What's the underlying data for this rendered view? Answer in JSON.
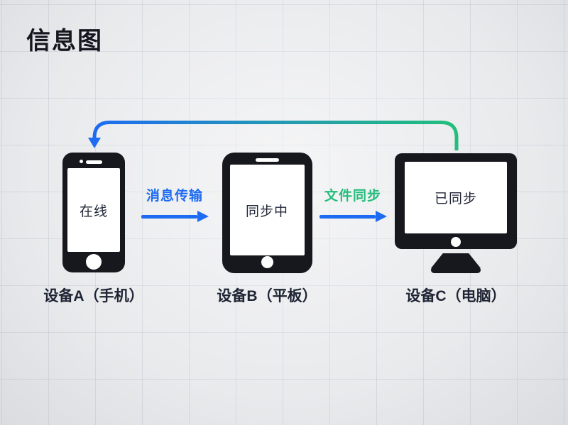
{
  "title": "信息图",
  "palette": {
    "accent_blue": "#1d6bf2",
    "accent_green": "#23bd7c",
    "device_black": "#17171e",
    "text_dark": "#1e2433"
  },
  "devices": [
    {
      "type": "phone",
      "status": "在线",
      "label": "设备A（手机）"
    },
    {
      "type": "tablet",
      "status": "同步中",
      "label": "设备B（平板）"
    },
    {
      "type": "monitor",
      "status": "已同步",
      "label": "设备C（电脑）"
    }
  ],
  "flows": [
    {
      "label": "消息传输",
      "direction": "设备A → 设备B"
    },
    {
      "label": "文件同步",
      "direction": "设备B → 设备C"
    }
  ]
}
